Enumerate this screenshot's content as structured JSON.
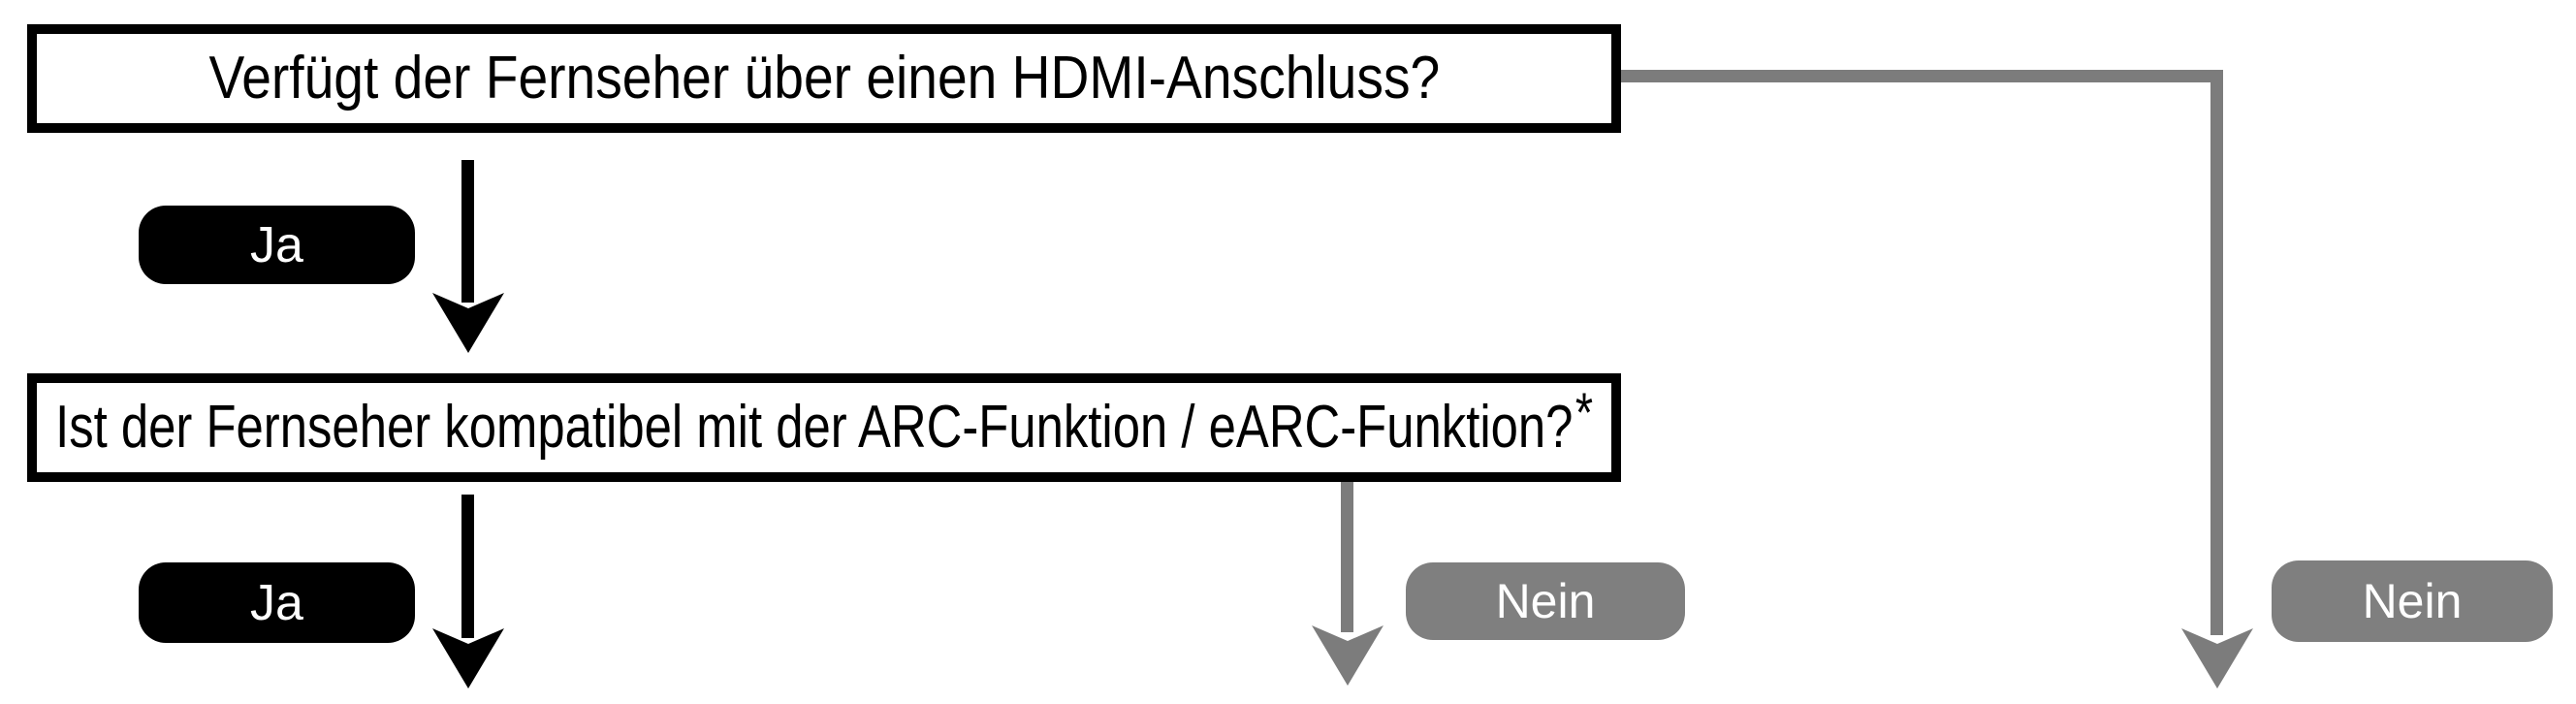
{
  "colors": {
    "background": "#ffffff",
    "question_box_border": "#000000",
    "question_box_bg": "#ffffff",
    "question_text": "#000000",
    "yes_badge_bg": "#000000",
    "no_badge_bg": "#7f7f7f",
    "badge_text": "#ffffff",
    "yes_arrow": "#000000",
    "no_connector": "#7c7c7c"
  },
  "icons": {
    "down_arrow": "barbed triangle arrowhead (svg polygon)"
  },
  "flowchart": {
    "question1": {
      "text": "Verfügt der Fernseher über einen HDMI-Anschluss?"
    },
    "question2": {
      "text": "Ist der Fernseher kompatibel mit der ARC-Funktion / eARC-Funktion?",
      "footnote_marker": "*"
    },
    "branches": {
      "q1_yes_label": "Ja",
      "q1_no_label": "Nein",
      "q2_yes_label": "Ja",
      "q2_no_label": "Nein"
    }
  }
}
